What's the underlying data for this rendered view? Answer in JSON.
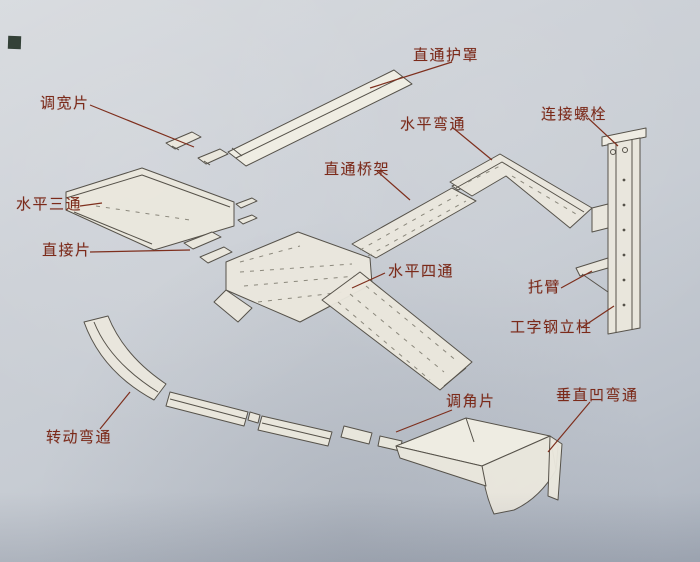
{
  "diagram": {
    "description": "exploded isometric drawing of a cable tray (bridge frame) system with Chinese part labels",
    "labels": [
      {
        "id": "straight-cover",
        "text": "直通护罩"
      },
      {
        "id": "width-adjust-plate",
        "text": "调宽片"
      },
      {
        "id": "horizontal-bend",
        "text": "水平弯通"
      },
      {
        "id": "connecting-bolt",
        "text": "连接螺栓"
      },
      {
        "id": "straight-tray",
        "text": "直通桥架"
      },
      {
        "id": "horizontal-tee",
        "text": "水平三通"
      },
      {
        "id": "connector-plate",
        "text": "直接片"
      },
      {
        "id": "horizontal-cross",
        "text": "水平四通"
      },
      {
        "id": "support-arm",
        "text": "托臂"
      },
      {
        "id": "i-beam-column",
        "text": "工字钢立柱"
      },
      {
        "id": "angle-adjust-plate",
        "text": "调角片"
      },
      {
        "id": "vertical-concave-bend",
        "text": "垂直凹弯通"
      },
      {
        "id": "rotating-bend",
        "text": "转动弯通"
      }
    ],
    "colors": {
      "label": "#7b2a1a",
      "leader_line": "#7e2f1d",
      "drawing_line": "#56524a",
      "paper": "#c9ced5",
      "part_fill": "#eae7dd"
    }
  }
}
